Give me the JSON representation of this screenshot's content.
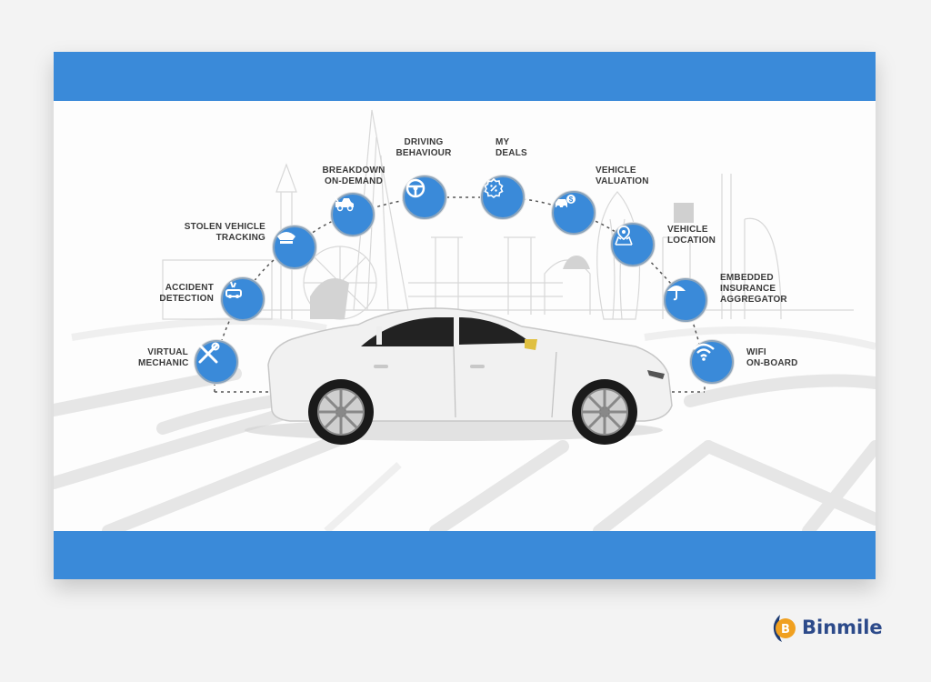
{
  "banner": {
    "accent_color": "#3a8ad9",
    "center_object": "white sedan car",
    "features": [
      {
        "id": "virtual-mechanic",
        "label": "VIRTUAL\nMECHANIC",
        "icon": "wrench-screwdriver-icon"
      },
      {
        "id": "accident-detection",
        "label": "ACCIDENT\nDETECTION",
        "icon": "crash-car-icon"
      },
      {
        "id": "stolen-vehicle-tracking",
        "label": "STOLEN VEHICLE\nTRACKING",
        "icon": "police-cap-icon"
      },
      {
        "id": "breakdown-on-demand",
        "label": "BREAKDOWN\nON-DEMAND",
        "icon": "tow-truck-icon"
      },
      {
        "id": "driving-behaviour",
        "label": "DRIVING\nBEHAVIOUR",
        "icon": "steering-wheel-icon"
      },
      {
        "id": "my-deals",
        "label": "MY\nDEALS",
        "icon": "discount-badge-icon"
      },
      {
        "id": "vehicle-valuation",
        "label": "VEHICLE\nVALUATION",
        "icon": "car-dollar-icon"
      },
      {
        "id": "vehicle-location",
        "label": "VEHICLE\nLOCATION",
        "icon": "map-pin-icon"
      },
      {
        "id": "embedded-insurance-aggregator",
        "label": "EMBEDDED\nINSURANCE\nAGGREGATOR",
        "icon": "umbrella-icon"
      },
      {
        "id": "wifi-on-board",
        "label": "WIFI\nON-BOARD",
        "icon": "wifi-icon"
      }
    ]
  },
  "brand": {
    "name": "Binmile",
    "text_color": "#2c4a8a",
    "logo_color_orange": "#f0a020",
    "logo_color_navy": "#1d3b72"
  }
}
